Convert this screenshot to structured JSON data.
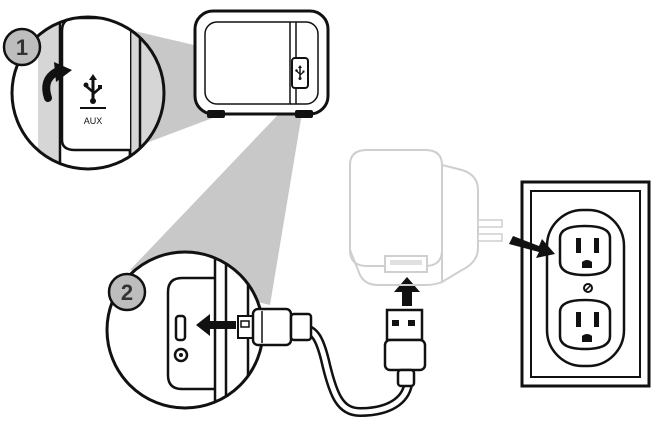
{
  "steps": {
    "step1": "1",
    "step2": "2"
  },
  "labels": {
    "aux": "AUX"
  },
  "icons": {
    "usb": "usb-icon",
    "rotate": "rotate-arrow-icon",
    "cable_arrow": "left-arrow-icon",
    "charger_arrow": "up-arrow-icon",
    "outlet_arrow": "diagonal-arrow-icon"
  },
  "colors": {
    "ink": "#111111",
    "gray_fill": "#c8c8c8",
    "badge_fill": "#bdbdbd",
    "charger_stroke": "#cfcfcf"
  }
}
